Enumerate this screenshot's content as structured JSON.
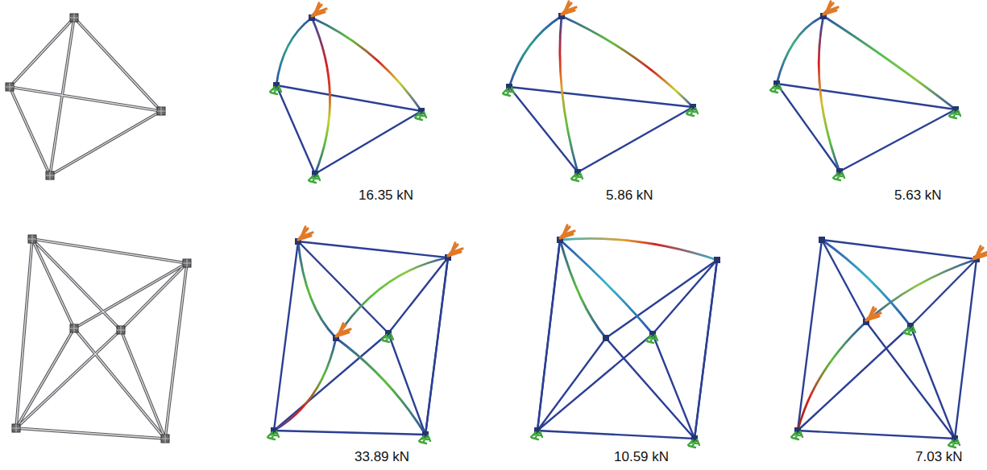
{
  "diagram": {
    "labels": [
      "16.35 kN",
      "5.86 kN",
      "5.63 kN",
      "33.89 kN",
      "10.59 kN",
      "7.03 kN"
    ]
  }
}
